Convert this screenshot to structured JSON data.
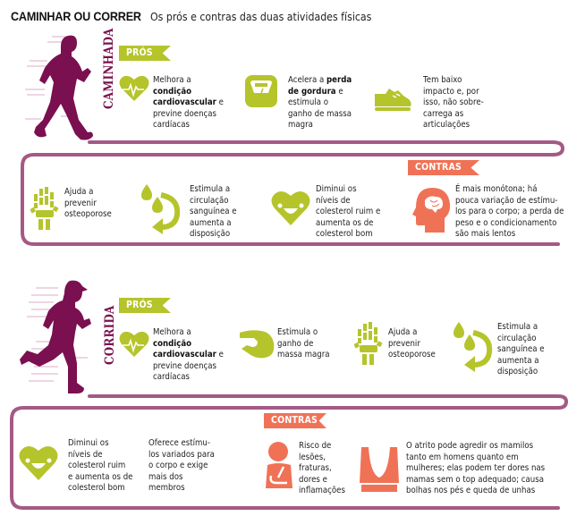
{
  "header": {
    "title": "CAMINHAR OU CORRER",
    "subtitle": "Os prós e contras das duas atividades físicas"
  },
  "colors": {
    "accent_green": "#b5c42b",
    "accent_orange": "#f07256",
    "brand_purple": "#7a1050",
    "track_purple": "#a45a85"
  },
  "walking": {
    "label": "CAMINHADA",
    "pros_label": "PRÓS",
    "contras_label": "CONTRAS",
    "pros": [
      {
        "icon": "heart-pulse-icon",
        "pre": "Melhora a",
        "bold": "condição cardiovascular",
        "post": "e previne doenças cardíacas",
        "lines": [
          "Melhora a",
          "condição",
          "cardiovascular e",
          "previne doenças",
          "cardíacas"
        ]
      },
      {
        "icon": "scale-icon",
        "lines": [
          "Acelera a perda",
          "de gordura e",
          "estimula o",
          "ganho de massa",
          "magra"
        ]
      },
      {
        "icon": "shoe-icon",
        "lines": [
          "Tem baixo",
          "impacto e, por",
          "isso, não sobre-",
          "carrega as",
          "articulações"
        ]
      },
      {
        "icon": "hand-bones-icon",
        "lines": [
          "Ajuda a",
          "prevenir",
          "osteoporose"
        ]
      },
      {
        "icon": "circulation-drops-icon",
        "lines": [
          "Estimula a",
          "circulação",
          "sanguínea e",
          "aumenta a",
          "disposição"
        ]
      },
      {
        "icon": "smiling-heart-icon",
        "lines": [
          "Diminui os",
          "níveis de",
          "colesterol ruim e",
          "aumenta os de",
          "colesterol bom"
        ]
      }
    ],
    "contras": [
      {
        "icon": "head-brain-icon",
        "lines": [
          "É mais monótona; há",
          "pouca variação de estímu-",
          "los para o corpo; a perda de",
          "peso e o condicionamento",
          "são mais lentos"
        ]
      }
    ]
  },
  "running": {
    "label": "CORRIDA",
    "pros_label": "PRÓS",
    "contras_label": "CONTRAS",
    "pros": [
      {
        "icon": "heart-pulse-icon",
        "lines": [
          "Melhora a",
          "condição",
          "cardiovascular e",
          "previne doenças",
          "cardíacas"
        ]
      },
      {
        "icon": "bicep-icon",
        "lines": [
          "Estimula o",
          "ganho de",
          "massa magra"
        ]
      },
      {
        "icon": "hand-bones-icon",
        "lines": [
          "Ajuda a",
          "prevenir",
          "osteoporose"
        ]
      },
      {
        "icon": "circulation-drops-icon",
        "lines": [
          "Estimula a",
          "circulação",
          "sanguínea e",
          "aumenta a",
          "disposição"
        ]
      },
      {
        "icon": "smiling-heart-icon",
        "lines": [
          "Diminui os",
          "níveis de",
          "colesterol ruim",
          "e aumenta os de",
          "colesterol bom"
        ]
      },
      {
        "icon": "none",
        "lines": [
          "Oferece estímu-",
          "los variados para",
          "o corpo e exige",
          "mais dos",
          "membros"
        ]
      }
    ],
    "contras": [
      {
        "icon": "injured-person-icon",
        "lines": [
          "Risco de",
          "lesões,",
          "fraturas,",
          "dores e",
          "inflamações"
        ]
      },
      {
        "icon": "sports-top-icon",
        "lines": [
          "O atrito pode agredir os mamilos",
          "tanto em homens quanto em",
          "mulheres; elas  podem ter dores nas",
          "mamas sem o top adequado; causa",
          "bolhas nos pés e queda de unhas"
        ]
      }
    ]
  }
}
